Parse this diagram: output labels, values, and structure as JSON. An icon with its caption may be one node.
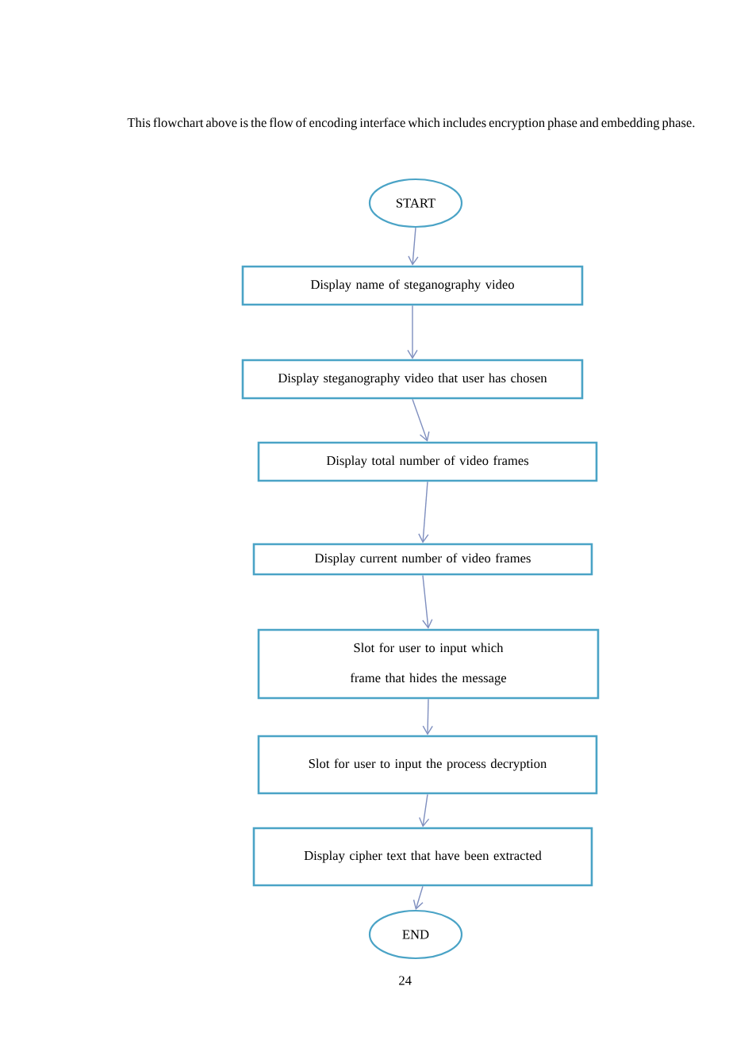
{
  "diagram": {
    "nodes": [
      {
        "text": [
          "START"
        ]
      },
      {
        "text": [
          "Display name of steganography video"
        ]
      },
      {
        "text": [
          "Display steganography video that user has chosen"
        ]
      },
      {
        "text": [
          "Display total number of video frames"
        ]
      },
      {
        "text": [
          "Display current number of video frames"
        ]
      },
      {
        "text": [
          "Slot for user to input which frame that hides the message"
        ]
      },
      {
        "text": [
          "Slot for user to input the process decryption"
        ]
      },
      {
        "text": [
          "Display cipher text that have been extracted"
        ]
      },
      {
        "text": [
          "END"
        ]
      }
    ],
    "edges": [
      {
        "from": 0,
        "to": 1,
        "arrow": "to"
      },
      {
        "from": 1,
        "to": 2,
        "arrow": "to"
      },
      {
        "from": 2,
        "to": 3,
        "arrow": "to"
      },
      {
        "from": 3,
        "to": 4,
        "arrow": "to"
      },
      {
        "from": 4,
        "to": 5,
        "arrow": "to"
      },
      {
        "from": 5,
        "to": 6,
        "arrow": "to"
      },
      {
        "from": 6,
        "to": 7,
        "arrow": "to"
      },
      {
        "from": 7,
        "to": 8,
        "arrow": "to"
      }
    ],
    "labels": [
      "This flowchart above is the flow of encoding interface which includes encryption phase and embedding phase.",
      "24"
    ]
  }
}
